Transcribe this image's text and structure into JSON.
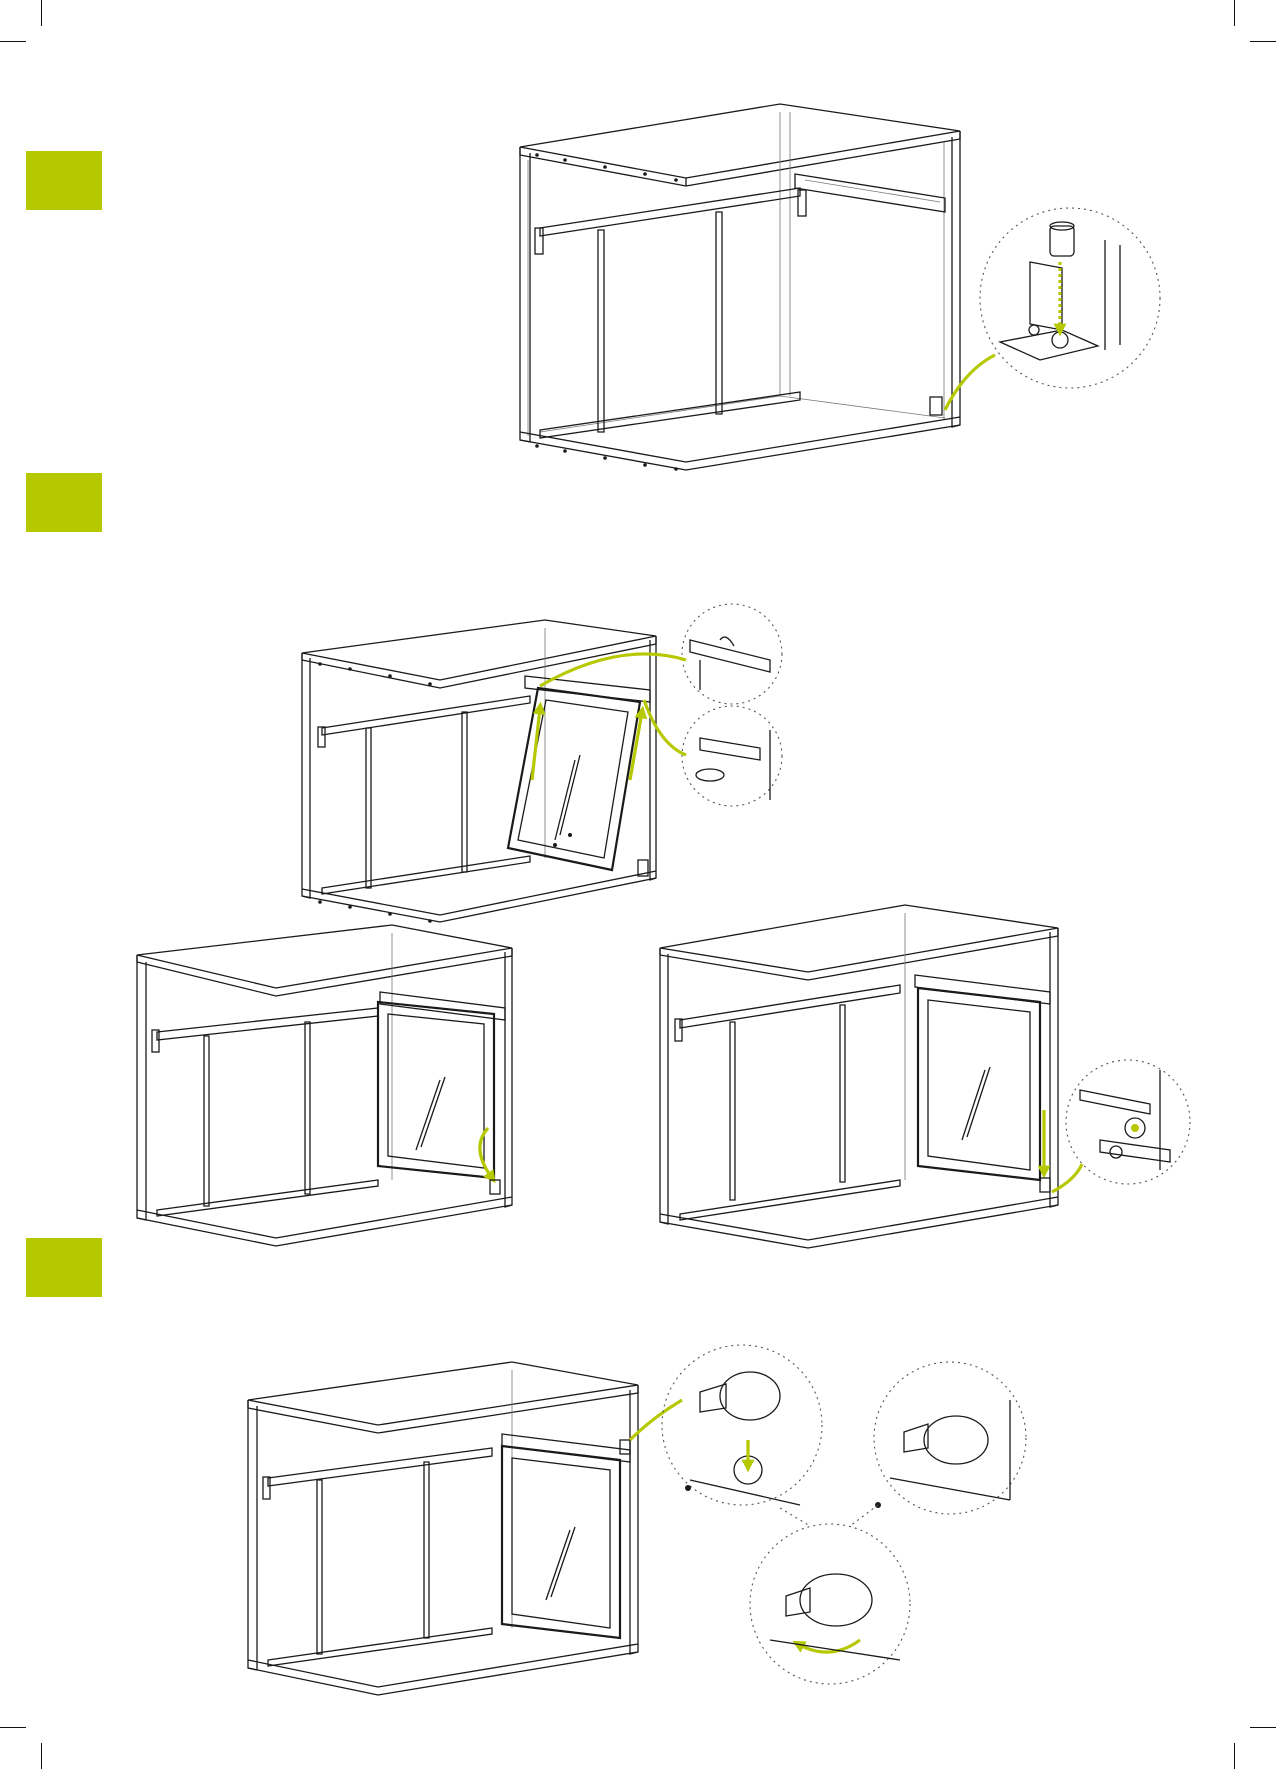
{
  "colors": {
    "accent": "#b5c800",
    "line": "#1a1a1a",
    "background": "#ffffff"
  },
  "steps": [
    {
      "name": "step-1-badge",
      "color": "#b5c800"
    },
    {
      "name": "step-2-badge",
      "color": "#b5c800"
    },
    {
      "name": "step-3-badge",
      "color": "#b5c800"
    }
  ],
  "icons": [
    "cabinet-illustration",
    "detail-magnifier",
    "insert-arrow",
    "rotate-arrow",
    "press-down-arrow"
  ]
}
